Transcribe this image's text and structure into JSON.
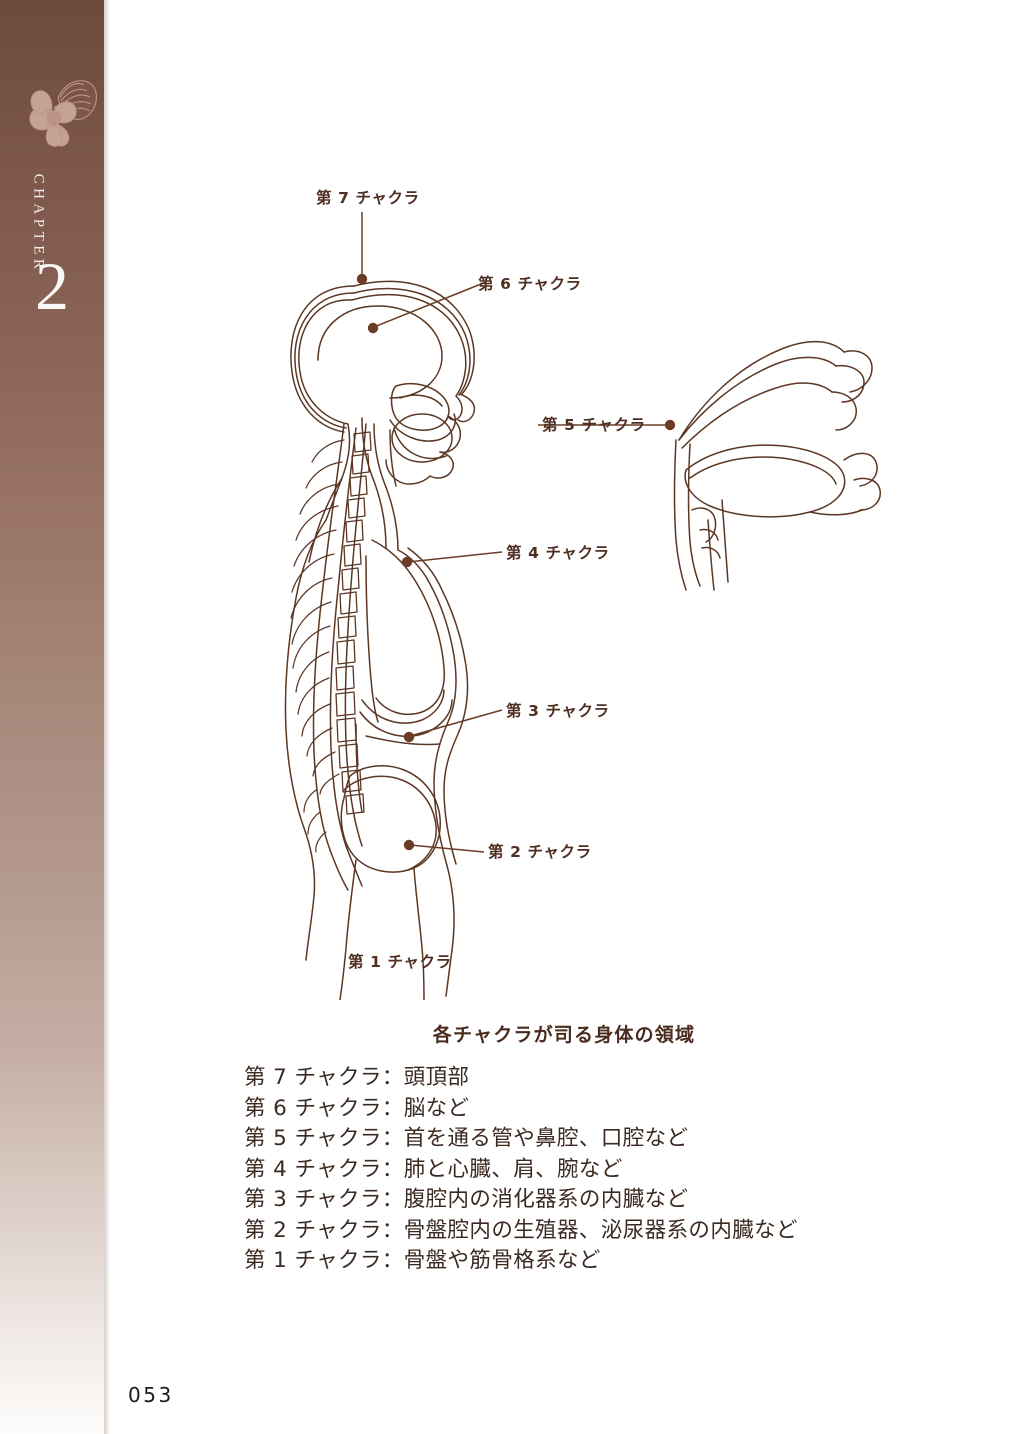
{
  "sidebar": {
    "chapter_word": "CHAPTER",
    "chapter_number": "2",
    "flower_icon": "hibiscus-flower-icon",
    "gradient_top_color": "#6d4a3e",
    "gradient_mid_color": "#a88a7d",
    "gradient_bottom_color": "#fdfcfb"
  },
  "figure": {
    "ink_color": "#5b3724",
    "marker_color": "#6b3d26",
    "labels": [
      {
        "id": "label-7",
        "text": "第 7 チャクラ"
      },
      {
        "id": "label-6",
        "text": "第 6 チャクラ"
      },
      {
        "id": "label-5",
        "text": "第 5 チャクラ"
      },
      {
        "id": "label-4",
        "text": "第 4 チャクラ"
      },
      {
        "id": "label-3",
        "text": "第 3 チャクラ"
      },
      {
        "id": "label-2",
        "text": "第 2 チャクラ"
      },
      {
        "id": "label-1",
        "text": "第 1 チャクラ"
      }
    ]
  },
  "content": {
    "heading": "各チャクラが司る身体の領域",
    "items": [
      "第 7 チャクラ：頭頂部",
      "第 6 チャクラ：脳など",
      "第 5 チャクラ：首を通る管や鼻腔、口腔など",
      "第 4 チャクラ：肺と心臓、肩、腕など",
      "第 3 チャクラ：腹腔内の消化器系の内臓など",
      "第 2 チャクラ：骨盤腔内の生殖器、泌尿器系の内臓など",
      "第 1 チャクラ：骨盤や筋骨格系など"
    ]
  },
  "page_number": "053"
}
